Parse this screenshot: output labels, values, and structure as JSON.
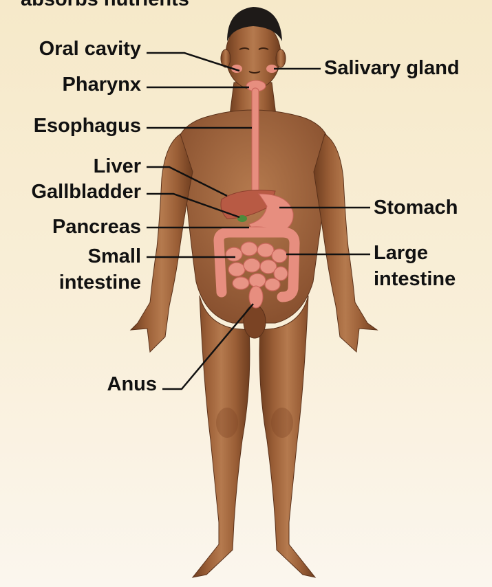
{
  "header": {
    "text": "absorbs nutrients"
  },
  "labels": {
    "oral_cavity": "Oral cavity",
    "pharynx": "Pharynx",
    "esophagus": "Esophagus",
    "liver": "Liver",
    "gallbladder": "Gallbladder",
    "pancreas": "Pancreas",
    "small_intestine_1": "Small",
    "small_intestine_2": "intestine",
    "anus": "Anus",
    "salivary_gland": "Salivary gland",
    "stomach": "Stomach",
    "large_intestine_1": "Large",
    "large_intestine_2": "intestine"
  },
  "colors": {
    "skin": "#9a5e36",
    "skin_light": "#b57a4e",
    "skin_dark": "#6e3d1f",
    "organ": "#e78e7f",
    "organ_dark": "#c8645a",
    "liver": "#b85a44",
    "gallbladder": "#4c8a3c",
    "hair": "#1e1a18",
    "leader_line": "#111111"
  }
}
